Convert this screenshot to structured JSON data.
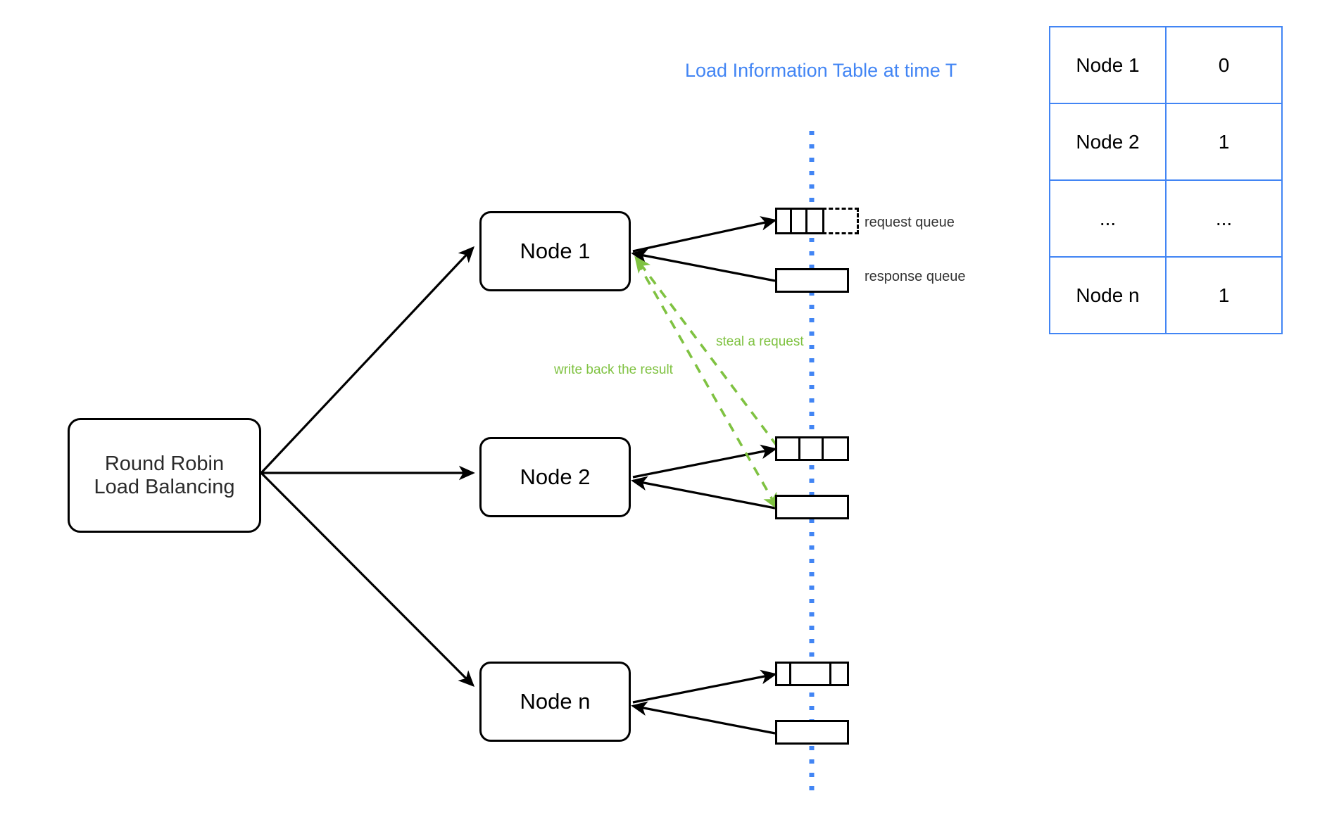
{
  "diagram": {
    "title_label": "Load Information Table at time T",
    "load_balancer": {
      "line1": "Round Robin",
      "line2": "Load Balancing"
    },
    "nodes": [
      {
        "label": "Node 1",
        "request_cells": 3,
        "has_dashed_extension": true,
        "response_cells": 1
      },
      {
        "label": "Node 2",
        "request_cells": 3,
        "has_dashed_extension": false,
        "response_cells": 1
      },
      {
        "label": "Node n",
        "request_cells": 3,
        "has_dashed_extension": false,
        "response_cells": 1
      }
    ],
    "queue_labels": {
      "request": "request queue",
      "response": "response queue"
    },
    "annotations": {
      "steal": "steal a request",
      "write_back": "write back the result"
    },
    "colors": {
      "accent_blue": "#4285f4",
      "steal_green": "#7fc241",
      "stroke_black": "#000000",
      "label_gray": "#333333"
    }
  },
  "load_table": {
    "rows": [
      {
        "node": "Node 1",
        "load": "0"
      },
      {
        "node": "Node 2",
        "load": "1"
      },
      {
        "node": "...",
        "load": "..."
      },
      {
        "node": "Node n",
        "load": "1"
      }
    ]
  }
}
